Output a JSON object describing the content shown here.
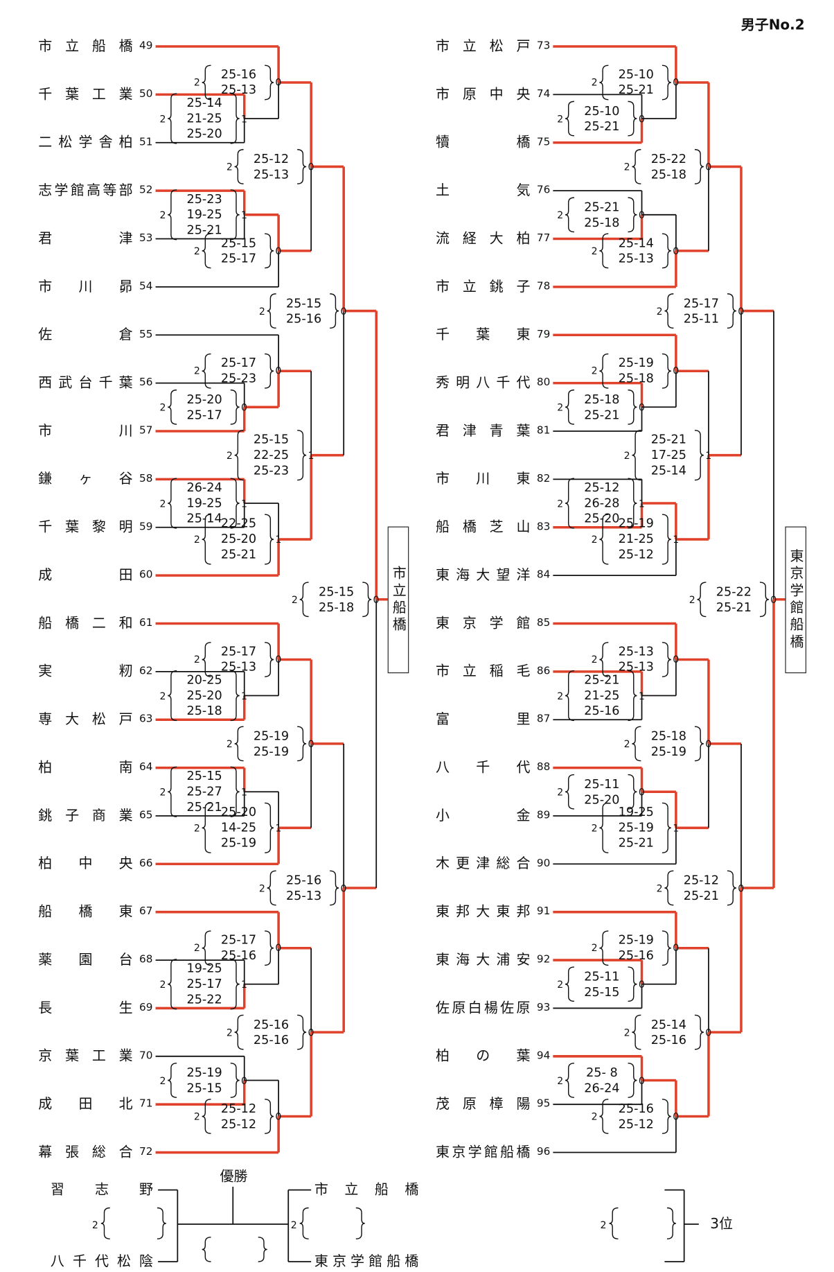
{
  "title": "男子No.2",
  "final_label": "優勝",
  "third_label": "3位",
  "colors": {
    "winner": "#e0412a",
    "loser": "#111111"
  },
  "left_teams": [
    {
      "no": "49",
      "name": "市立船橋"
    },
    {
      "no": "50",
      "name": "千葉工業"
    },
    {
      "no": "51",
      "name": "二松学舎柏"
    },
    {
      "no": "52",
      "name": "志学館高等部"
    },
    {
      "no": "53",
      "name": "君津"
    },
    {
      "no": "54",
      "name": "市川昴"
    },
    {
      "no": "55",
      "name": "佐倉"
    },
    {
      "no": "56",
      "name": "西武台千葉"
    },
    {
      "no": "57",
      "name": "市川"
    },
    {
      "no": "58",
      "name": "鎌ヶ谷"
    },
    {
      "no": "59",
      "name": "千葉黎明"
    },
    {
      "no": "60",
      "name": "成田"
    },
    {
      "no": "61",
      "name": "船橋二和"
    },
    {
      "no": "62",
      "name": "実籾"
    },
    {
      "no": "63",
      "name": "専大松戸"
    },
    {
      "no": "64",
      "name": "柏南"
    },
    {
      "no": "65",
      "name": "銚子商業"
    },
    {
      "no": "66",
      "name": "柏中央"
    },
    {
      "no": "67",
      "name": "船橋東"
    },
    {
      "no": "68",
      "name": "薬園台"
    },
    {
      "no": "69",
      "name": "長生"
    },
    {
      "no": "70",
      "name": "京葉工業"
    },
    {
      "no": "71",
      "name": "成田北"
    },
    {
      "no": "72",
      "name": "幕張総合"
    }
  ],
  "right_teams": [
    {
      "no": "73",
      "name": "市立松戸"
    },
    {
      "no": "74",
      "name": "市原中央"
    },
    {
      "no": "75",
      "name": "犢橋"
    },
    {
      "no": "76",
      "name": "土気"
    },
    {
      "no": "77",
      "name": "流経大柏"
    },
    {
      "no": "78",
      "name": "市立銚子"
    },
    {
      "no": "79",
      "name": "千葉東"
    },
    {
      "no": "80",
      "name": "秀明八千代"
    },
    {
      "no": "81",
      "name": "君津青葉"
    },
    {
      "no": "82",
      "name": "市川東"
    },
    {
      "no": "83",
      "name": "船橋芝山"
    },
    {
      "no": "84",
      "name": "東海大望洋"
    },
    {
      "no": "85",
      "name": "東京学館"
    },
    {
      "no": "86",
      "name": "市立稲毛"
    },
    {
      "no": "87",
      "name": "富里"
    },
    {
      "no": "88",
      "name": "八千代"
    },
    {
      "no": "89",
      "name": "小金"
    },
    {
      "no": "90",
      "name": "木更津総合"
    },
    {
      "no": "91",
      "name": "東邦大東邦"
    },
    {
      "no": "92",
      "name": "東海大浦安"
    },
    {
      "no": "93",
      "name": "佐原白楊佐原"
    },
    {
      "no": "94",
      "name": "柏の葉"
    },
    {
      "no": "95",
      "name": "茂原樟陽"
    },
    {
      "no": "96",
      "name": "東京学館船橋"
    }
  ],
  "left_matches": [
    {
      "sets": [
        "25-14",
        "21-25",
        "25-20"
      ],
      "w": "2",
      "l": "1"
    },
    {
      "sets": [
        "25-16",
        "25-13"
      ],
      "w": "2",
      "l": "0"
    },
    {
      "sets": [
        "25-23",
        "19-25",
        "25-21"
      ],
      "w": "2",
      "l": "1"
    },
    {
      "sets": [
        "25-15",
        "25-17"
      ],
      "w": "2",
      "l": "0"
    },
    {
      "sets": [
        "25-12",
        "25-13"
      ],
      "w": "2",
      "l": "0"
    },
    {
      "sets": [
        "25-20",
        "25-17"
      ],
      "w": "2",
      "l": "0"
    },
    {
      "sets": [
        "25-17",
        "25-23"
      ],
      "w": "2",
      "l": "0"
    },
    {
      "sets": [
        "26-24",
        "19-25",
        "25-14"
      ],
      "w": "2",
      "l": "1"
    },
    {
      "sets": [
        "22-25",
        "25-20",
        "25-21"
      ],
      "w": "2",
      "l": "1"
    },
    {
      "sets": [
        "25-15",
        "22-25",
        "25-23"
      ],
      "w": "2",
      "l": "1"
    },
    {
      "sets": [
        "25-15",
        "25-16"
      ],
      "w": "2",
      "l": "0"
    },
    {
      "sets": [
        "20-25",
        "25-20",
        "25-18"
      ],
      "w": "2",
      "l": "1"
    },
    {
      "sets": [
        "25-17",
        "25-13"
      ],
      "w": "2",
      "l": "0"
    },
    {
      "sets": [
        "25-15",
        "25-27",
        "25-21"
      ],
      "w": "2",
      "l": "1"
    },
    {
      "sets": [
        "25-20",
        "14-25",
        "25-19"
      ],
      "w": "2",
      "l": "1"
    },
    {
      "sets": [
        "25-19",
        "25-19"
      ],
      "w": "2",
      "l": "0"
    },
    {
      "sets": [
        "19-25",
        "25-17",
        "25-22"
      ],
      "w": "2",
      "l": "1"
    },
    {
      "sets": [
        "25-17",
        "25-16"
      ],
      "w": "2",
      "l": "0"
    },
    {
      "sets": [
        "25-19",
        "25-15"
      ],
      "w": "2",
      "l": "0"
    },
    {
      "sets": [
        "25-12",
        "25-12"
      ],
      "w": "2",
      "l": "0"
    },
    {
      "sets": [
        "25-16",
        "25-16"
      ],
      "w": "2",
      "l": "0"
    },
    {
      "sets": [
        "25-16",
        "25-13"
      ],
      "w": "2",
      "l": "0"
    },
    {
      "sets": [
        "25-15",
        "25-18"
      ],
      "w": "2",
      "l": "0"
    }
  ],
  "right_matches": [
    {
      "sets": [
        "25-22",
        "25-21"
      ],
      "w": "2",
      "l": "0"
    },
    {
      "sets": [
        "25-10",
        "25-21"
      ],
      "w": "2",
      "l": "0"
    },
    {
      "sets": [
        "25-21",
        "25-18"
      ],
      "w": "2",
      "l": "0"
    },
    {
      "sets": [
        "25-14",
        "25-13"
      ],
      "w": "2",
      "l": "0"
    },
    {
      "sets": [
        "25-22",
        "25-18"
      ],
      "w": "2",
      "l": "0"
    },
    {
      "sets": [
        "25-18",
        "25-21"
      ],
      "w": "2",
      "l": "0"
    },
    {
      "sets": [
        "25-19",
        "25-18"
      ],
      "w": "2",
      "l": "0"
    },
    {
      "sets": [
        "25-12",
        "26-28",
        "25-20"
      ],
      "w": "2",
      "l": "1"
    },
    {
      "sets": [
        "25-19",
        "21-25",
        "25-12"
      ],
      "w": "2",
      "l": "1"
    },
    {
      "sets": [
        "25-21",
        "17-25",
        "25-14"
      ],
      "w": "2",
      "l": "1"
    },
    {
      "sets": [
        "25-17",
        "25-11"
      ],
      "w": "2",
      "l": "0"
    },
    {
      "sets": [
        "25-21",
        "21-25",
        "25-16"
      ],
      "w": "2",
      "l": "1"
    },
    {
      "sets": [
        "25-13",
        "25-13"
      ],
      "w": "2",
      "l": "0"
    },
    {
      "sets": [
        "25-11",
        "25-20"
      ],
      "w": "2",
      "l": "0"
    },
    {
      "sets": [
        "19-25",
        "25-19",
        "25-21"
      ],
      "w": "2",
      "l": "1"
    },
    {
      "sets": [
        "25-18",
        "25-19"
      ],
      "w": "2",
      "l": "0"
    },
    {
      "sets": [
        "25-11",
        "25-15"
      ],
      "w": "2",
      "l": "0"
    },
    {
      "sets": [
        "25-19",
        "25-16"
      ],
      "w": "2",
      "l": "0"
    },
    {
      "sets": [
        "25- 8",
        "26-24"
      ],
      "w": "2",
      "l": "0"
    },
    {
      "sets": [
        "25-16",
        "25-12"
      ],
      "w": "2",
      "l": "0"
    },
    {
      "sets": [
        "25-14",
        "25-16"
      ],
      "w": "2",
      "l": "0"
    },
    {
      "sets": [
        "25-12",
        "25-21"
      ],
      "w": "2",
      "l": "0"
    },
    {
      "sets": [
        "25-22",
        "25-21"
      ],
      "w": "2",
      "l": "0"
    }
  ],
  "left_block_winner": "市立船橋",
  "right_block_winner": "東京学館船橋",
  "final_teams": [
    "習志野",
    "八千代松陰",
    "市立船橋",
    "東京学館船橋"
  ],
  "final_w": "2"
}
